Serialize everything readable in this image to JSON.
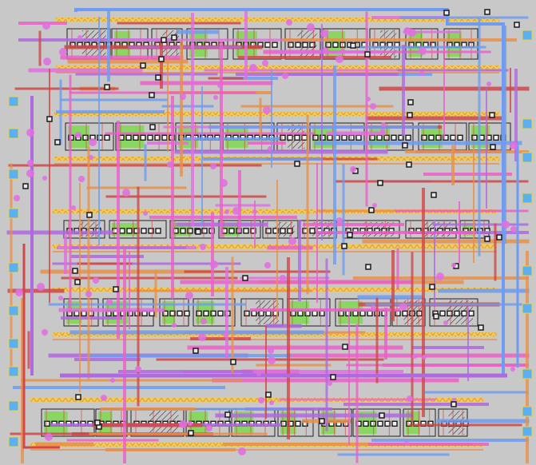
{
  "layout": {
    "background_color": "#c8c8c8",
    "colors": {
      "rail_yellow": "#f0d040",
      "metal_orange": "#e8904a",
      "metal_red": "#d04848",
      "metal_blue": "#6f9cf0",
      "metal_purple": "#b06ae0",
      "metal_magenta": "#e070e0",
      "metal_pink": "#ec60c8",
      "poly_green": "#7fd850",
      "pad_blue": "#5ab0f0",
      "contact_black": "#1a1a1a",
      "cell_outline": "#202020",
      "hatch": "#303030"
    },
    "io_pins_left_count": 10,
    "io_pins_right_count": 9,
    "cell_rows": 5
  }
}
